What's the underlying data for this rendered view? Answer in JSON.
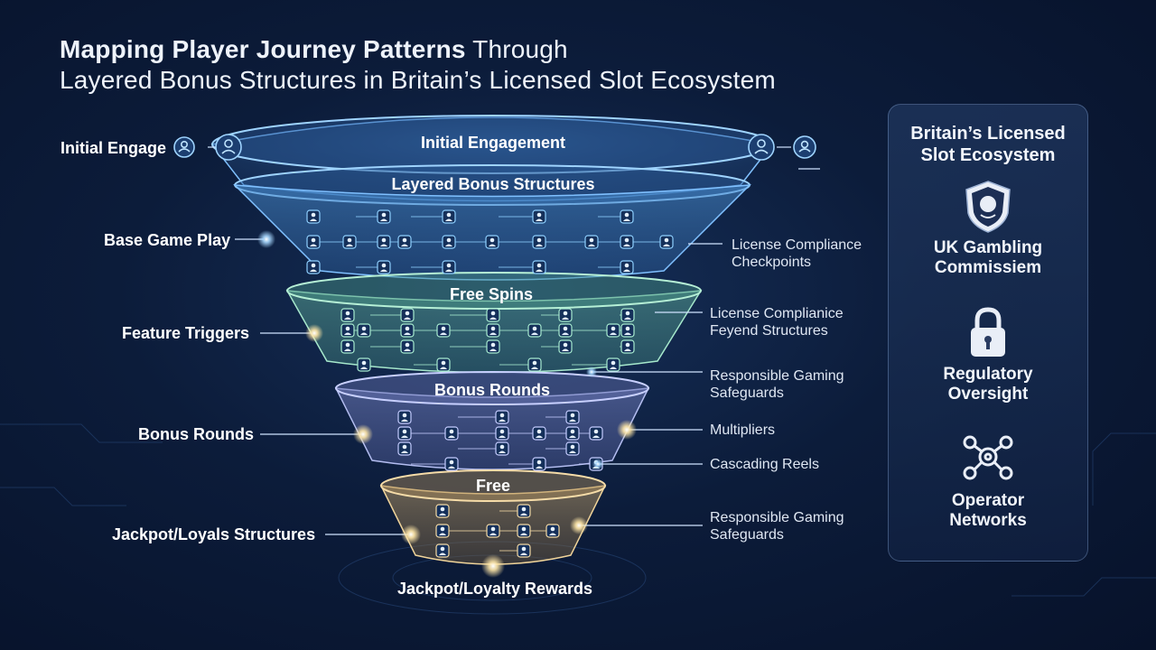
{
  "title": {
    "line1_bold": "Mapping Player Journey Patterns",
    "line1_rest": " Through",
    "line2": "Layered Bonus Structures in Britain’s Licensed Slot Ecosystem"
  },
  "tiers": {
    "initial": "Initial Engagement",
    "layered": "Layered Bonus Structures",
    "free_spins": "Free Spins",
    "bonus_rounds": "Bonus Rounds",
    "free": "Free",
    "jackpot": "Jackpot/Loyalty Rewards"
  },
  "left_labels": {
    "initial_engage": "Initial Engage",
    "base_game": "Base Game Play",
    "feature_triggers": "Feature Triggers",
    "bonus_rounds": "Bonus Rounds",
    "jackpot": "Jackpot/Loyals Structures"
  },
  "right_labels": {
    "compliance_1": [
      "License Compliance",
      "Checkpoints"
    ],
    "compliance_2": [
      "License Complianice",
      "Feyend Structures"
    ],
    "responsible_1": [
      "Responsible Gaming",
      "Safeguards"
    ],
    "multipliers": "Multipliers",
    "cascading": "Cascading Reels",
    "responsible_2": [
      "Responsible Gaming",
      "Safeguards"
    ]
  },
  "panel": {
    "title": [
      "Britain’s Licensed",
      "Slot Ecosystem"
    ],
    "items": [
      {
        "label": [
          "UK Gambling",
          "Commissiem"
        ],
        "icon": "crest-icon"
      },
      {
        "label": [
          "Regulatory",
          "Oversight"
        ],
        "icon": "lock-icon"
      },
      {
        "label": [
          "Operator",
          "Networks"
        ],
        "icon": "gears-icon"
      }
    ]
  },
  "colors": {
    "tier1": "#5fa8e8",
    "tier2": "#5fa8e8",
    "tier3": "#7fc9a8",
    "tier4": "#8a9bd8",
    "tier5": "#d8b77a",
    "glow": "#ffe7a8"
  }
}
